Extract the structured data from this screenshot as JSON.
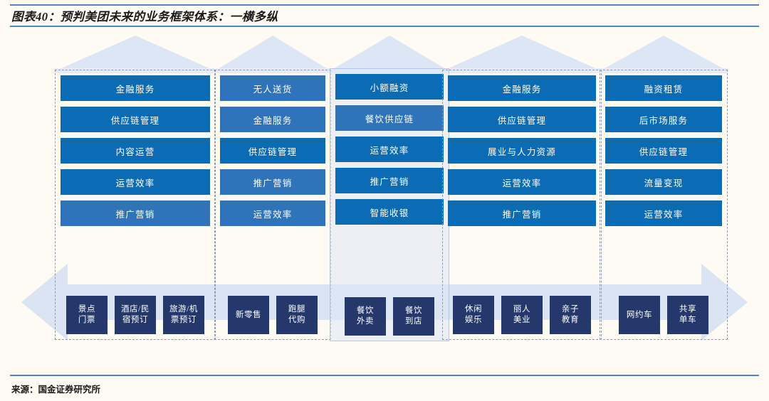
{
  "header": {
    "title": "图表40：预判美团未来的业务框架体系：一横多纵"
  },
  "footer": {
    "source": "来源：国金证券研究所"
  },
  "colors": {
    "page_background": "#fdfbf2",
    "rule": "#4f86c6",
    "capability_blue": "#0b6cb4",
    "capability_blue_alt": "#2f73b8",
    "leaf_navy": "#24386b",
    "arrow_fill": "#dbe4f2",
    "arrow_fill_light": "#e8eef8",
    "pillar_border": "#8c9bb5",
    "highlight_border": "#b4c7e4",
    "highlight_fill": "#dee8f5"
  },
  "diagram": {
    "horizontal_band_label": "一横",
    "pillars": [
      {
        "id": "travel",
        "highlight": false,
        "capabilities": [
          "金融服务",
          "供应链管理",
          "内容运营",
          "运营效率",
          "推广营销"
        ],
        "capability_styles": [
          "solid",
          "solid",
          "solid",
          "solid",
          "alt"
        ],
        "leaves": [
          [
            "景点",
            "门票"
          ],
          [
            "酒店/民",
            "宿预订"
          ],
          [
            "旅游/机",
            "票预订"
          ]
        ]
      },
      {
        "id": "retail",
        "highlight": false,
        "capabilities": [
          "无人送货",
          "金融服务",
          "供应链管理",
          "推广营销",
          "运营效率"
        ],
        "capability_styles": [
          "alt",
          "alt",
          "solid",
          "alt",
          "alt"
        ],
        "leaves": [
          [
            "新零售"
          ],
          [
            "跑腿",
            "代购"
          ]
        ]
      },
      {
        "id": "food",
        "highlight": true,
        "capabilities": [
          "小额融资",
          "餐饮供应链",
          "运营效率",
          "推广营销",
          "智能收银"
        ],
        "capability_styles": [
          "solid",
          "alt",
          "solid",
          "solid",
          "solid"
        ],
        "leaves": [
          [
            "餐饮",
            "外卖"
          ],
          [
            "餐饮",
            "到店"
          ]
        ]
      },
      {
        "id": "instore",
        "highlight": false,
        "capabilities": [
          "金融服务",
          "供应链管理",
          "展业与人力资源",
          "运营效率",
          "推广营销"
        ],
        "capability_styles": [
          "solid",
          "solid",
          "solid",
          "solid",
          "solid"
        ],
        "leaves": [
          [
            "休闲",
            "娱乐"
          ],
          [
            "丽人",
            "美业"
          ],
          [
            "亲子",
            "教育"
          ]
        ]
      },
      {
        "id": "mobility",
        "highlight": false,
        "capabilities": [
          "融资租赁",
          "后市场服务",
          "供应链管理",
          "流量变现",
          "运营效率"
        ],
        "capability_styles": [
          "solid",
          "solid",
          "solid",
          "solid",
          "solid"
        ],
        "leaves": [
          [
            "网约车"
          ],
          [
            "共享",
            "单车"
          ]
        ]
      }
    ]
  }
}
